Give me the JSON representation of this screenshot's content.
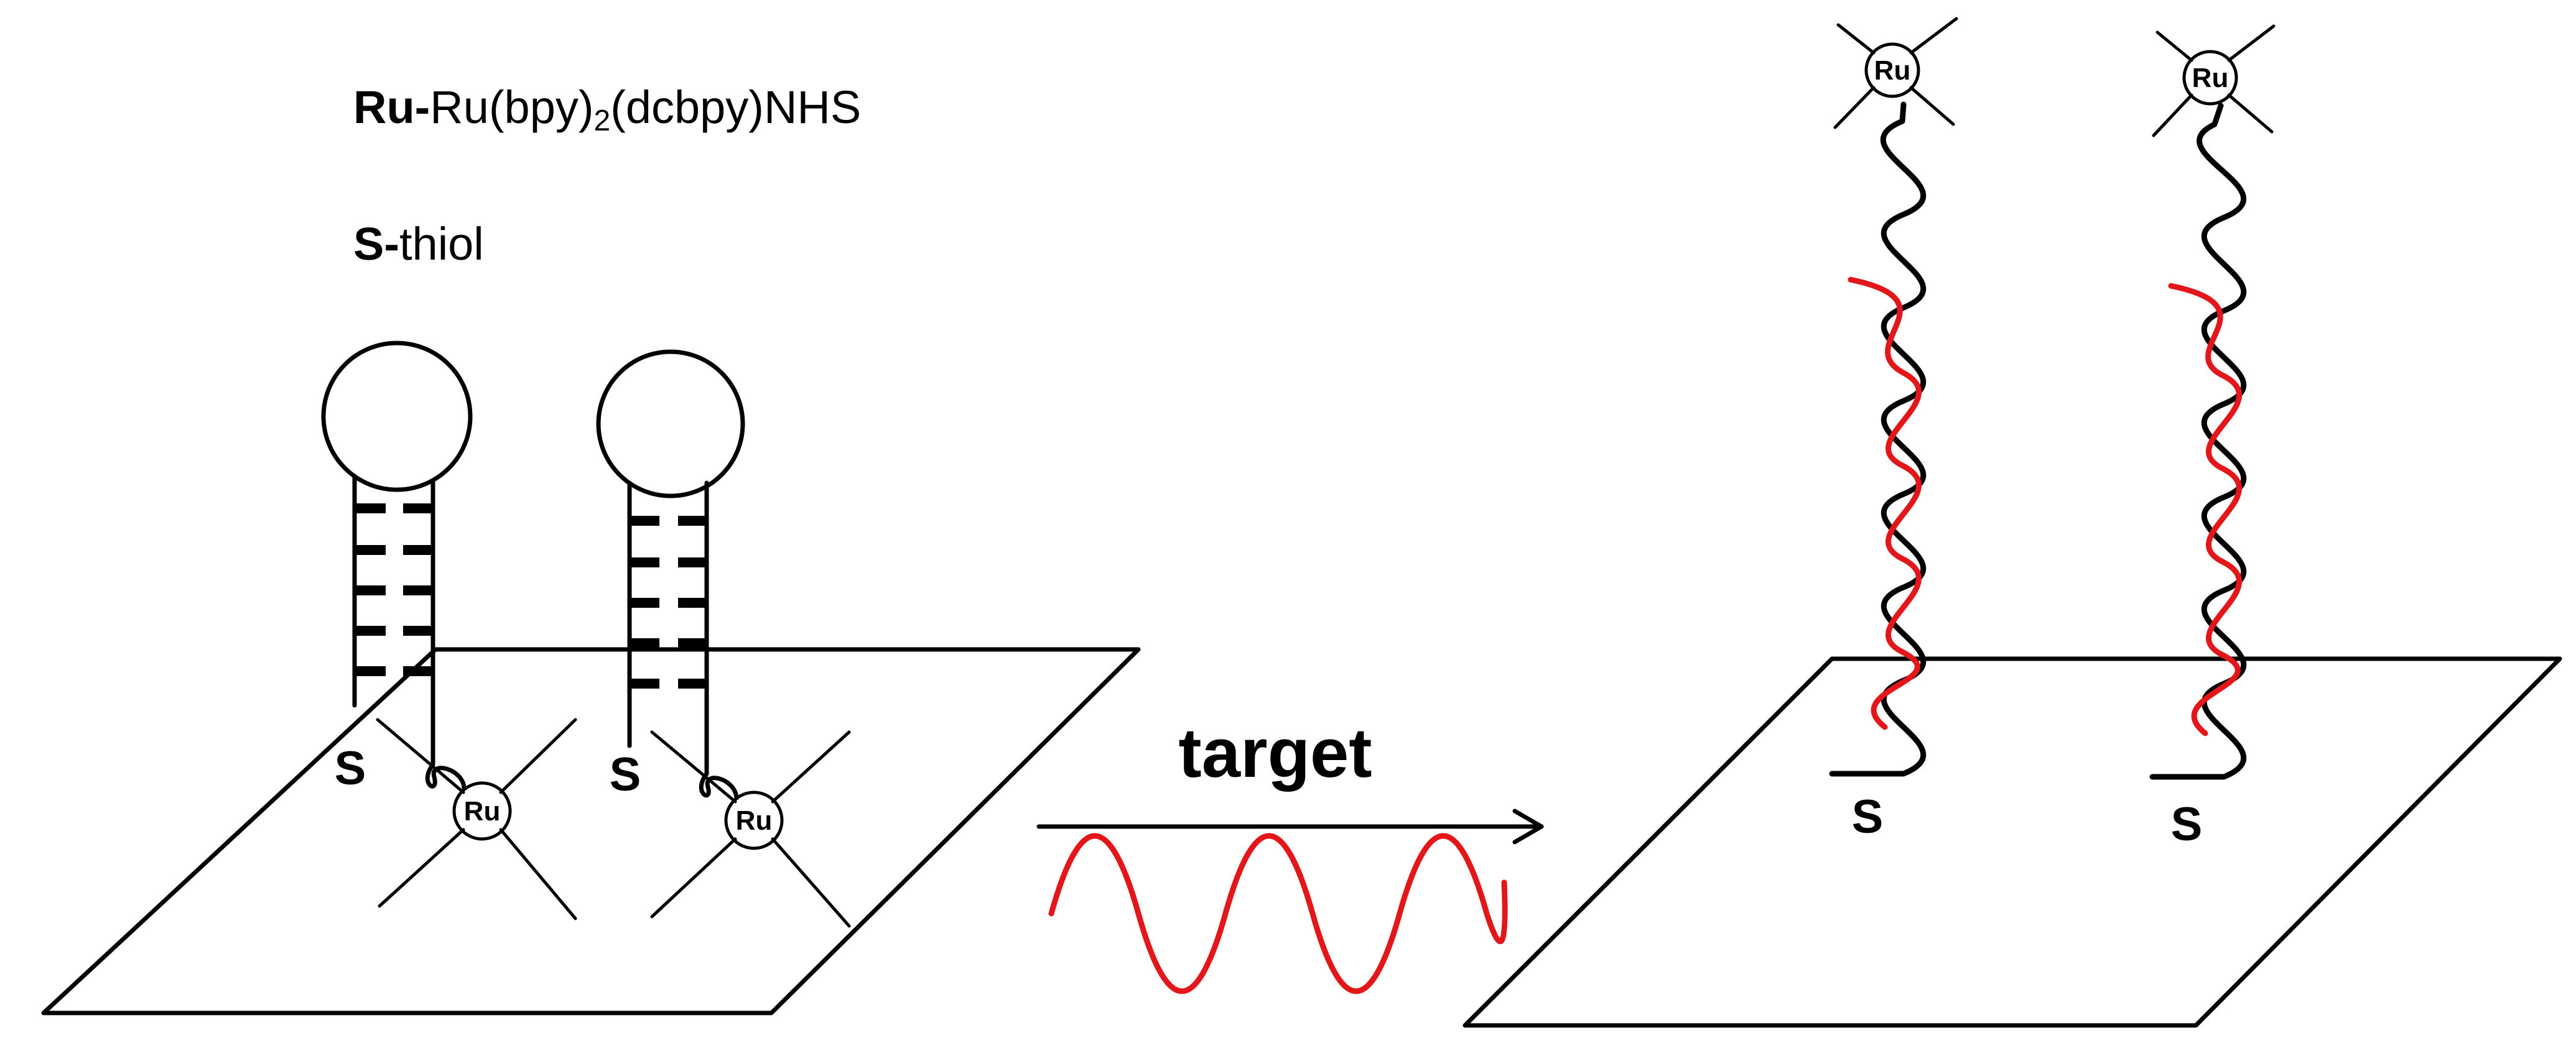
{
  "legend": {
    "ru": {
      "symbol": "Ru-",
      "name_before_sub": "Ru(bpy)",
      "subscript": "2",
      "name_after_sub": "(dcbpy)NHS"
    },
    "s": {
      "symbol": "S-",
      "name": "thiol"
    }
  },
  "labels": {
    "target": "target",
    "thiol_symbol": "S",
    "ru_symbol": "Ru"
  },
  "colors": {
    "probe_strand": "#000000",
    "target_strand": "#e3161a",
    "background": "#ffffff"
  },
  "icons": {
    "arrow": "right-arrow",
    "target_wave": "red-sine-wave"
  }
}
